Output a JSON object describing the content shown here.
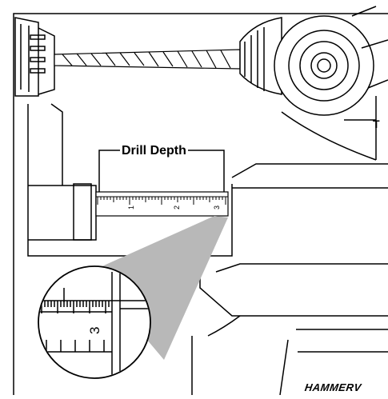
{
  "callout": {
    "label": "Drill Depth"
  },
  "tool": {
    "brand": "HAMMERV",
    "side_mark": "T"
  },
  "ruler": {
    "main_digits": [
      "1",
      "2",
      "3"
    ],
    "zoom_digit": "3"
  },
  "colors": {
    "line": "#000000",
    "background": "#ffffff",
    "zoom_cone": "#b8b8b8",
    "shade": "#d0d0d0"
  }
}
